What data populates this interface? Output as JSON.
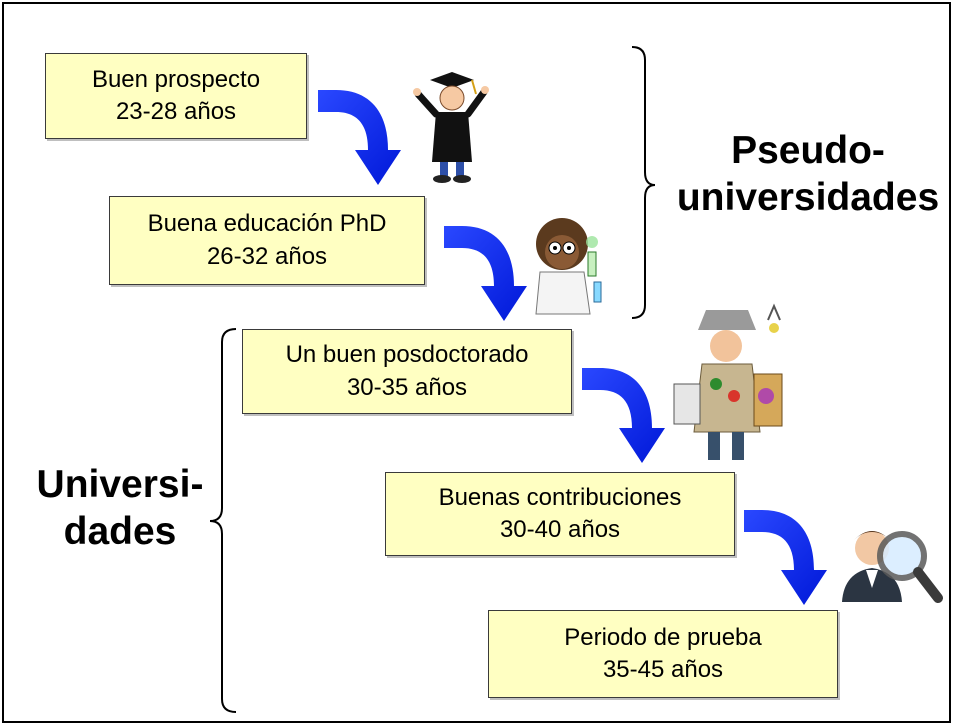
{
  "steps": [
    {
      "title": "Buen prospecto",
      "age": "23-28 años"
    },
    {
      "title": "Buena educación PhD",
      "age": "26-32 años"
    },
    {
      "title": "Un buen posdoctorado",
      "age": "30-35 años"
    },
    {
      "title": "Buenas contribuciones",
      "age": "30-40 años"
    },
    {
      "title": "Periodo de prueba",
      "age": "35-45 años"
    }
  ],
  "groups": {
    "pseudo": {
      "line1": "Pseudo-",
      "line2": "universidades"
    },
    "universidades": {
      "line1": "Universi-",
      "line2": "dades"
    }
  },
  "colors": {
    "box_fill": "#ffffc2",
    "arrow": "#0022ff"
  },
  "icons": [
    "graduate-icon",
    "scientist-icon",
    "inventor-icon",
    "magnifier-person-icon"
  ]
}
